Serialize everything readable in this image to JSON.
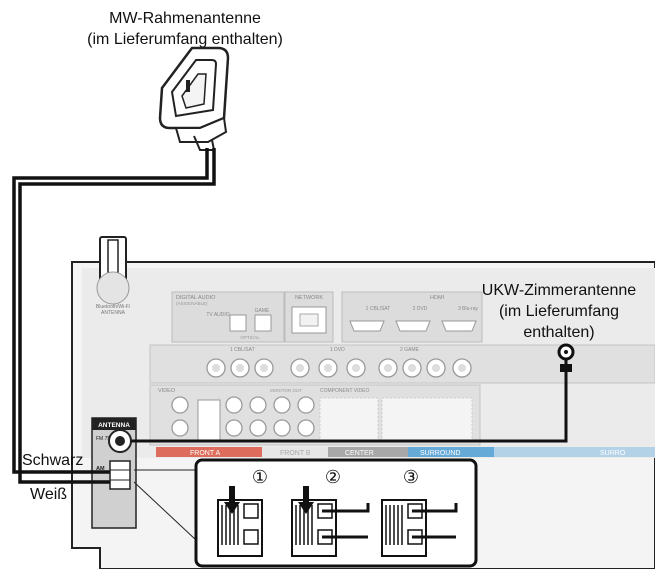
{
  "labels": {
    "mw_title_line1": "MW-Rahmenantenne",
    "mw_title_line2": "(im Lieferumfang enthalten)",
    "ukw_line1": "UKW-Zimmerantenne",
    "ukw_line2": "(im Lieferumfang",
    "ukw_line3": "enthalten)",
    "black": "Schwarz",
    "white": "Weiß"
  },
  "panel": {
    "bt_label_1": "Bluetooth/Wi-Fi",
    "bt_label_2": "ANTENNA",
    "digital_audio": "DIGITAL AUDIO",
    "assignable": "(ASSIGNABLE)",
    "tv_audio": "TV AUDIO",
    "game": "GAME",
    "optical": "OPTICAL",
    "network": "NETWORK",
    "hdmi": "HDMI",
    "hdmi_1": "1 CBL/SAT",
    "hdmi_2": "2 DVD",
    "hdmi_3": "3 Blu-ray",
    "cblsat": "1 CBL/SAT",
    "dvd": "1 DVD",
    "game2": "2 GAME",
    "video": "VIDEO",
    "component_video": "COMPONENT VIDEO",
    "monitor_out": "MONITOR OUT",
    "antenna": "ANTENNA",
    "fm": "FM 75Ω",
    "am": "AM",
    "front_a": "FRONT A",
    "front_b": "FRONT B",
    "center": "CENTER",
    "surround": "SURROUND",
    "surround_back": "SURRO"
  },
  "steps": [
    "①",
    "②",
    "③"
  ],
  "colors": {
    "front": "#d9412e",
    "center": "#8c8c8c",
    "surround": "#2d8fd0",
    "panel_gray": "#d7d7d7",
    "cable": "#111111"
  }
}
